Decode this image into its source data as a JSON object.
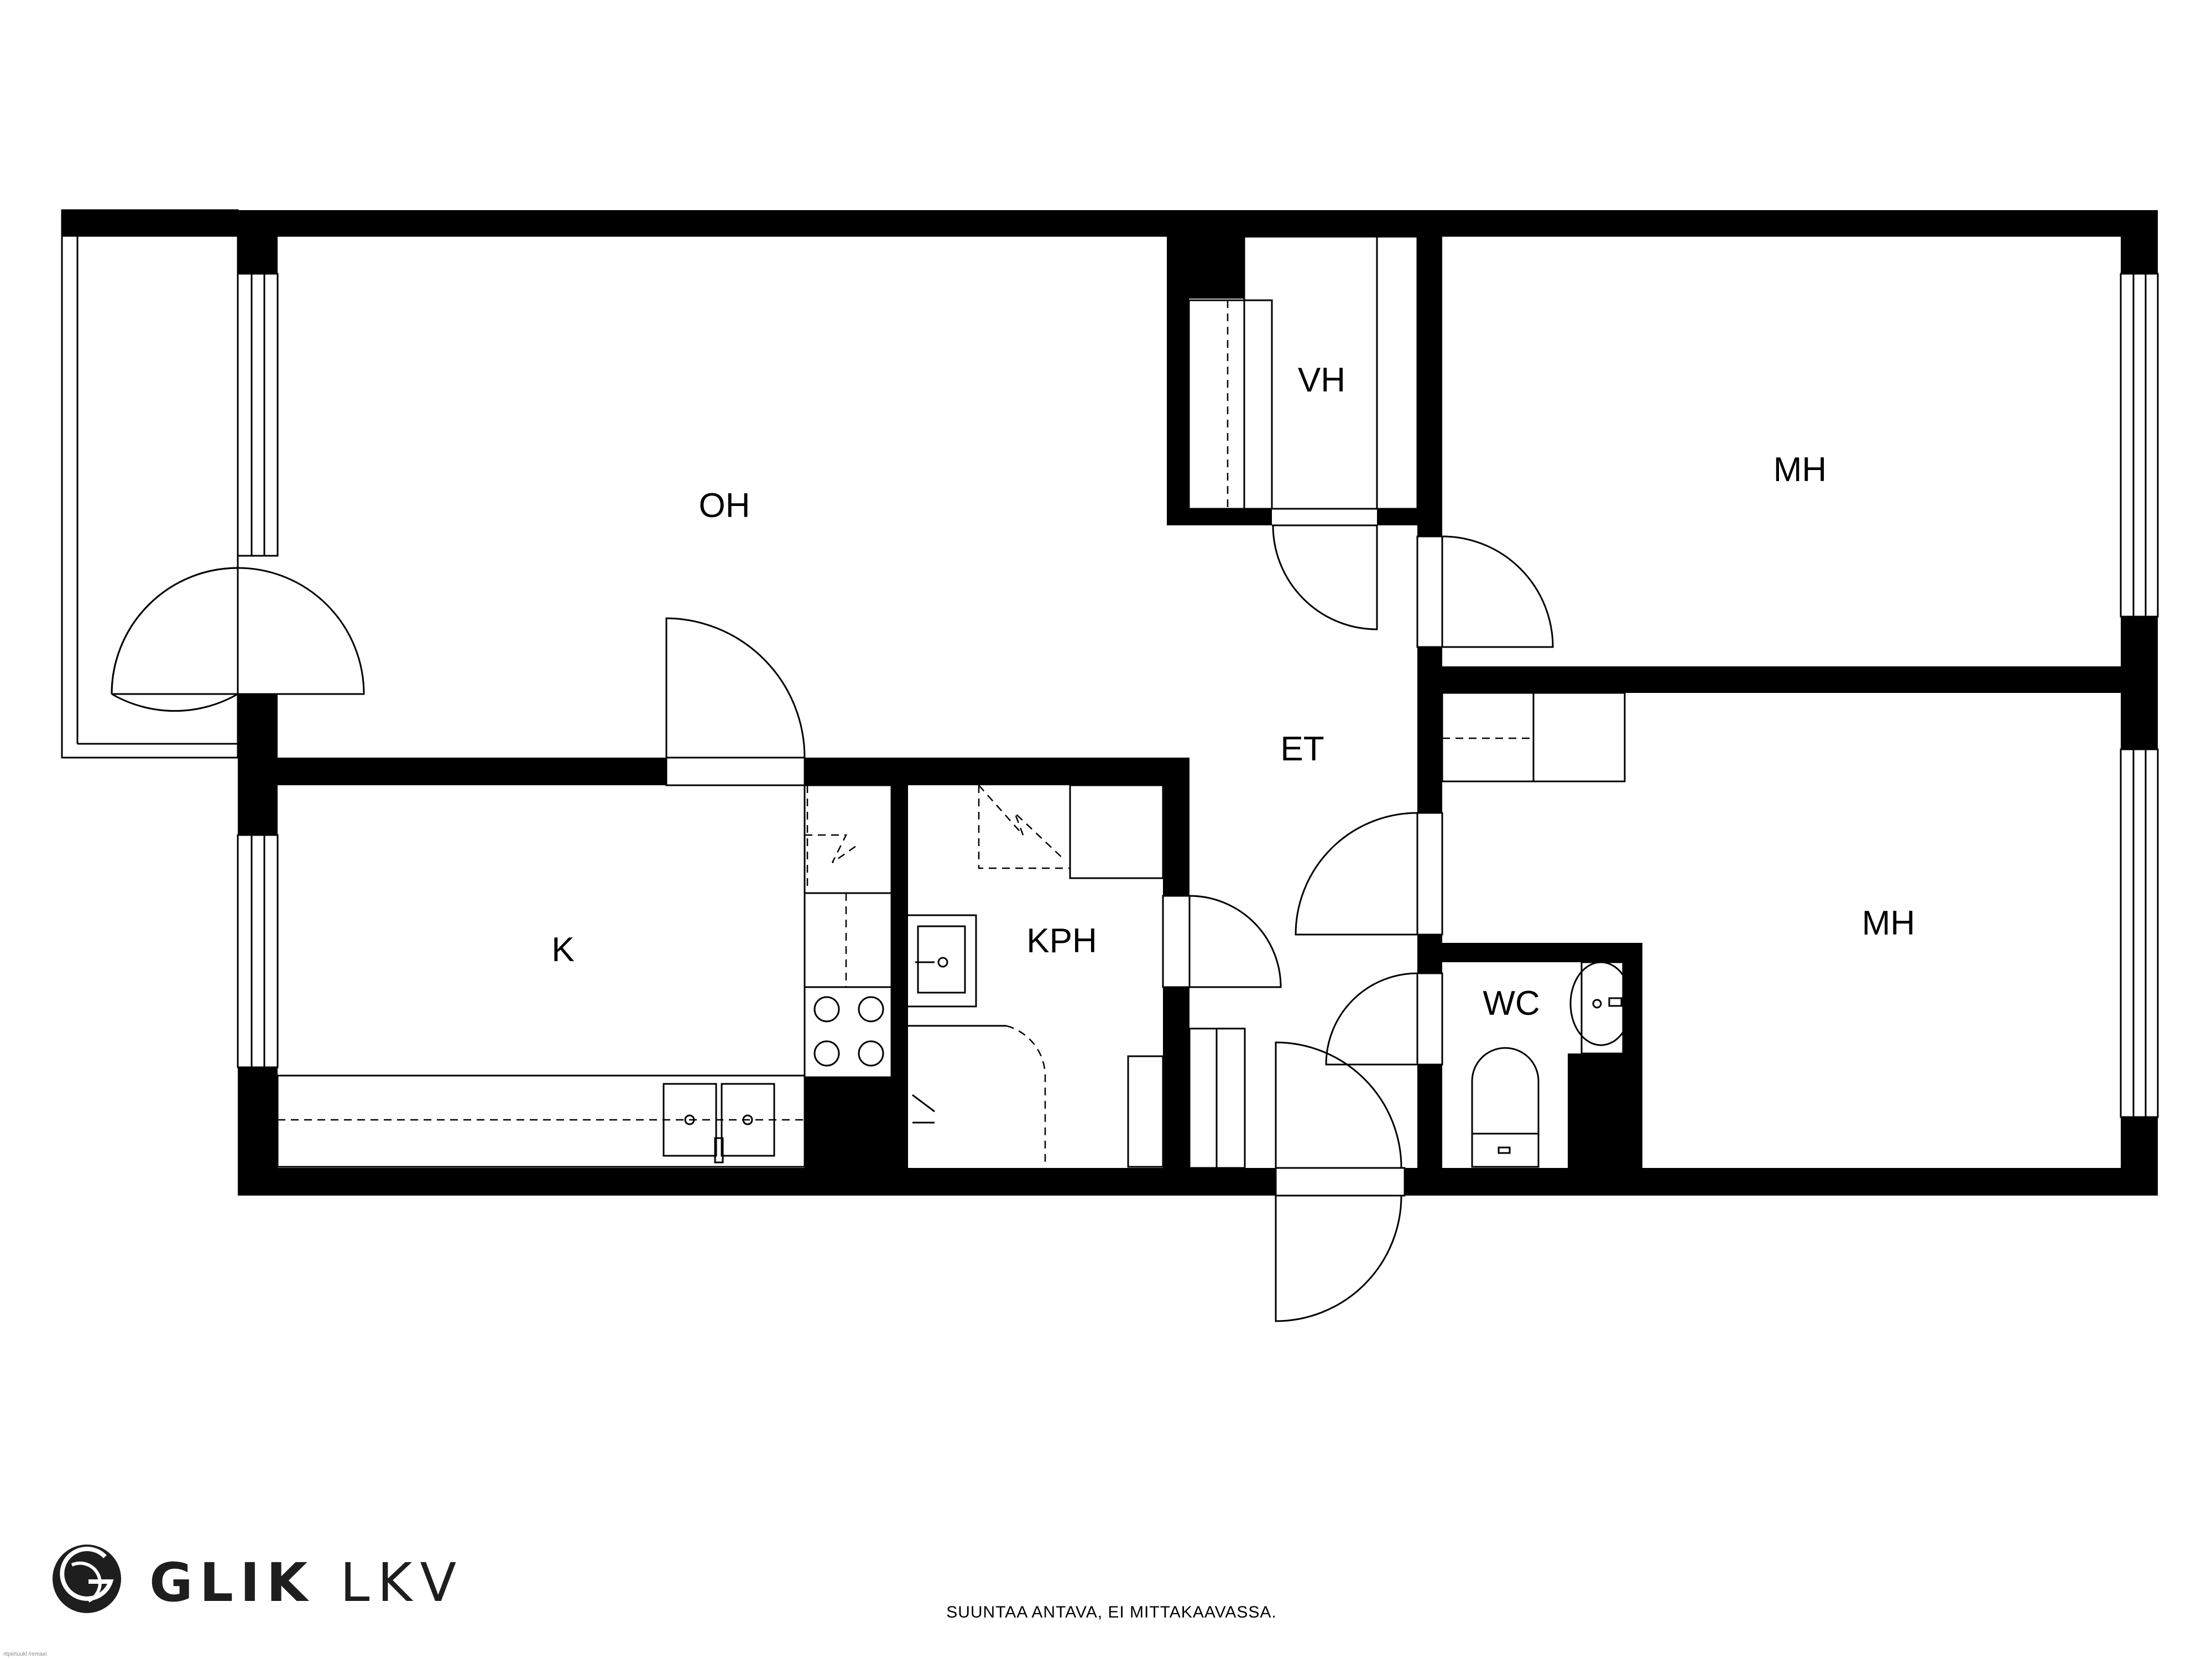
{
  "rooms": {
    "oh": "OH",
    "vh": "VH",
    "mh_upper": "MH",
    "et": "ET",
    "k": "K",
    "kph": "KPH",
    "mh_lower": "MH",
    "wc": "WC"
  },
  "brand": {
    "name_bold": "GLIK",
    "name_light": "LKV",
    "logo_icon": "glik-logo-mark"
  },
  "footer": {
    "disclaimer": "SUUNTAA ANTAVA, EI MITTAKAAVASSA.",
    "credit": "ritpiirtuukl /remaxi"
  },
  "colors": {
    "wall": "#000000",
    "background": "#ffffff",
    "brand": "#1e1e1e"
  }
}
